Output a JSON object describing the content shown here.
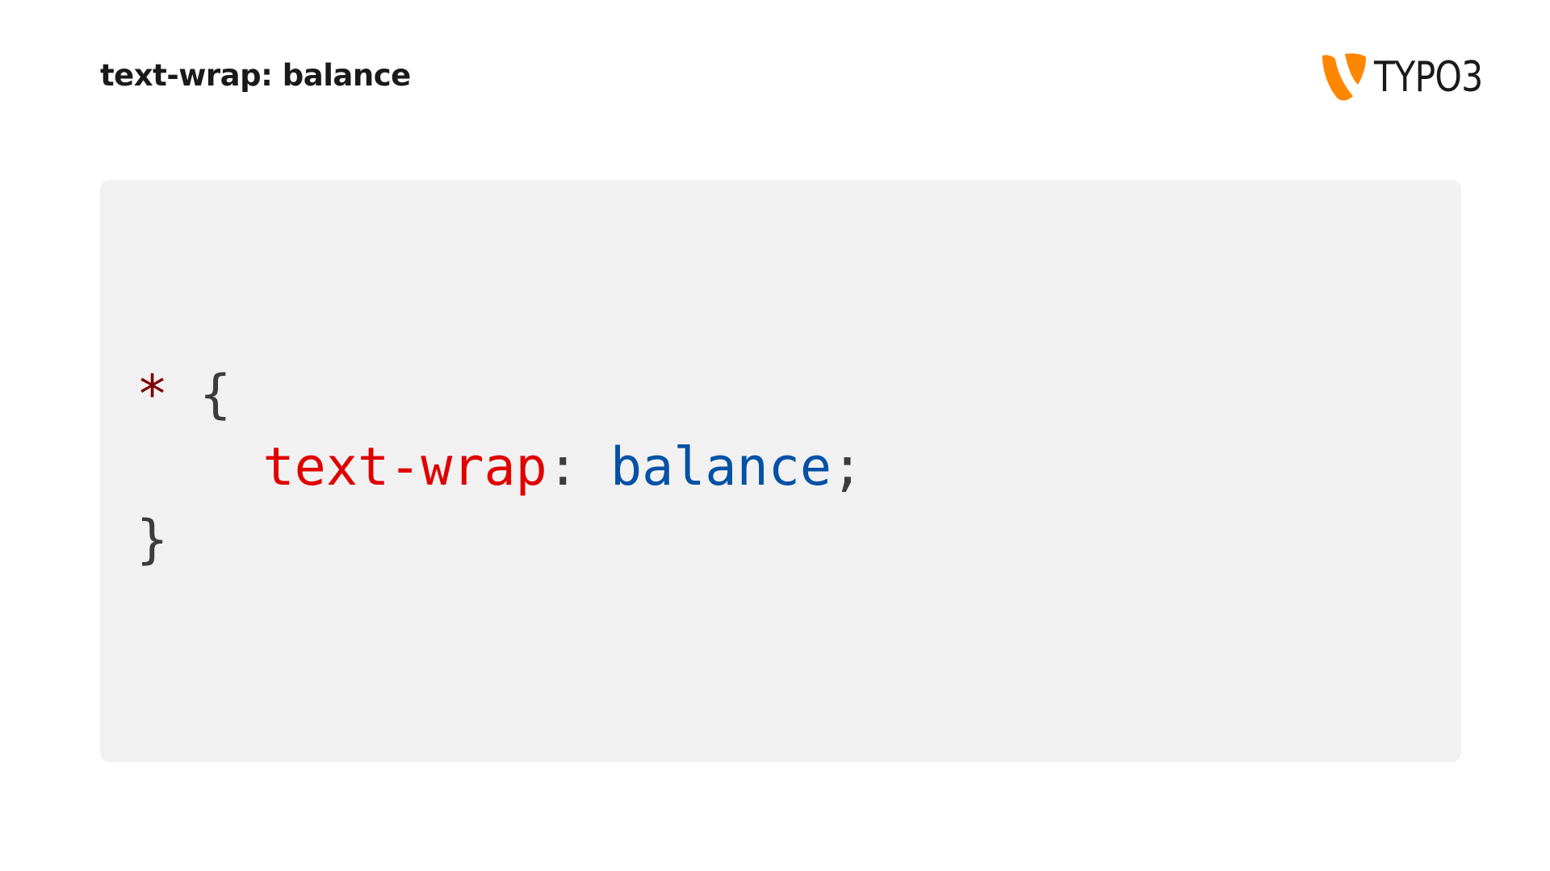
{
  "slide": {
    "title": "text-wrap: balance"
  },
  "logo": {
    "text": "TYPO3",
    "icon": "typo3-logo-icon",
    "color": "#ff8700"
  },
  "code": {
    "selector": "*",
    "open_brace": "{",
    "property": "text-wrap",
    "colon": ":",
    "value": "balance",
    "semicolon": ";",
    "close_brace": "}"
  },
  "colors": {
    "selector": "#800000",
    "property": "#e00000",
    "value": "#0451a5",
    "punctuation": "#3c3c3c",
    "code_background": "#f1f1f1"
  }
}
